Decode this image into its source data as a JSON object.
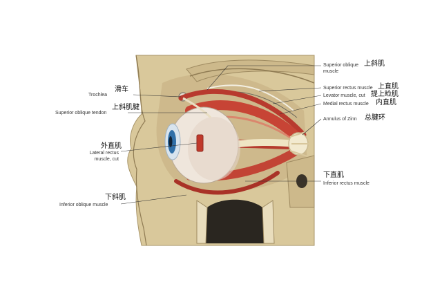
{
  "labels": {
    "trochlea_en": "Trochlea",
    "trochlea_zh": "滑车",
    "sup_oblique_tendon_en": "Superior oblique tendon",
    "sup_oblique_tendon_zh": "上斜肌腱",
    "lateral_rectus_zh": "外直肌",
    "lateral_rectus_en_1": "Lateral rectus",
    "lateral_rectus_en_2": "muscle, cut",
    "inferior_oblique_zh": "下斜肌",
    "inferior_oblique_en": "Inferior oblique muscle",
    "sup_oblique_muscle_en_1": "Superior oblique",
    "sup_oblique_muscle_zh": "上斜肌",
    "sup_oblique_muscle_en_2": "muscle",
    "sup_rectus_en": "Superior rectus muscle",
    "sup_rectus_zh": "上直肌",
    "levator_en": "Levator muscle, cut",
    "levator_zh": "提上睑肌",
    "medial_rectus_en": "Medial rectus muscle",
    "medial_rectus_zh": "内直肌",
    "zinn_en": "Annulus of Zinn",
    "zinn_zh": "总腱环",
    "inf_rectus_zh": "下直肌",
    "inf_rectus_en": "Inferior rectus muscle"
  },
  "colors": {
    "bone": "#d9c89b",
    "bone_dark": "#b9a478",
    "muscle": "#c0392b",
    "muscle_light": "#e06b5a",
    "sclera": "#efe6dc",
    "iris": "#2f6fa8",
    "tendon": "#f1e8c8",
    "leader": "#333333"
  }
}
